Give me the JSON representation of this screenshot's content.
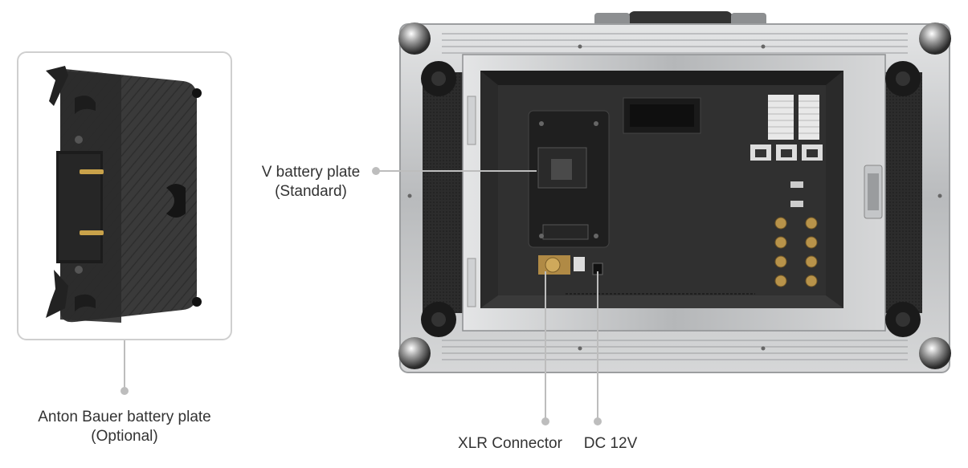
{
  "labels": {
    "anton_bauer": {
      "line1": "Anton Bauer battery plate",
      "line2": "(Optional)"
    },
    "v_battery": {
      "line1": "V battery plate",
      "line2": "(Standard)"
    },
    "xlr": "XLR Connector",
    "dc": "DC 12V"
  },
  "colors": {
    "callout_line": "#bdbdbd",
    "case_frame": "#c9cacb",
    "panel": "#2a2a2a",
    "label_text": "#333333"
  },
  "icons": {
    "anton_bauer_plate": "battery-plate-icon",
    "monitor_case": "monitor-case-icon"
  }
}
